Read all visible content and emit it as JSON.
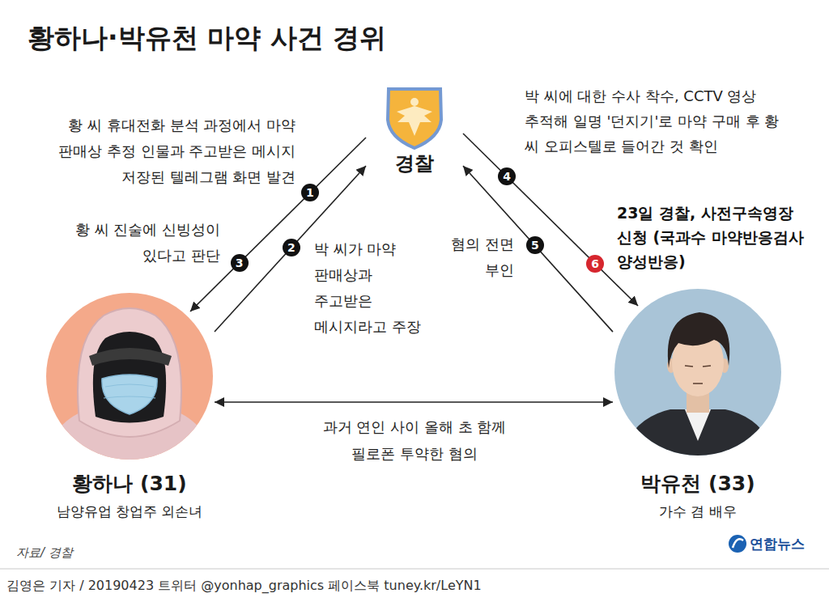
{
  "diagram": {
    "title": "황하나·박유천 마약 사건 경위",
    "caption": "김영은 기자 / 20190423 트위터 @yonhap_graphics 페이스북 tuney.kr/LeYN1",
    "nodes": [
      {
        "text": [
          "경찰"
        ]
      },
      {
        "text": [
          "황하나 (31)",
          "남양유업 창업주 외손녀"
        ]
      },
      {
        "text": [
          "박유천 (33)",
          "가수 겸 배우"
        ]
      }
    ],
    "edges": [
      {
        "from": 0,
        "to": 1,
        "arrow": "to",
        "label": "황 씨 휴대전화 분석 과정에서 마약 판매상 추정 인물과 주고받은 메시지 저장된 텔레그램 화면 발견"
      },
      {
        "from": 1,
        "to": 0,
        "arrow": "to",
        "label": "박 씨가 마약 판매상과 주고받은 메시지라고 주장"
      },
      {
        "from": 0,
        "to": 2,
        "arrow": "to",
        "label": "박 씨에 대한 수사 착수, CCTV 영상 추적해 일명 '던지기'로 마약 구매 후 황 씨 오피스텔로 들어간 것 확인"
      },
      {
        "from": 2,
        "to": 0,
        "arrow": "to",
        "label": "혐의 전면 부인"
      },
      {
        "from": 1,
        "to": 2,
        "arrow": "both",
        "label": "과거 연인 사이 올해 초 함께 필로폰 투약한 혐의"
      }
    ],
    "labels": [
      "1",
      "2",
      "3",
      "4",
      "5",
      "6",
      "황 씨 진술에 신빙성이 있다고 판단",
      "23일 경찰, 사전구속영장 신청 (국과수 마약반응검사 양성반응)",
      "자료/ 경찰",
      "연합뉴스"
    ]
  }
}
